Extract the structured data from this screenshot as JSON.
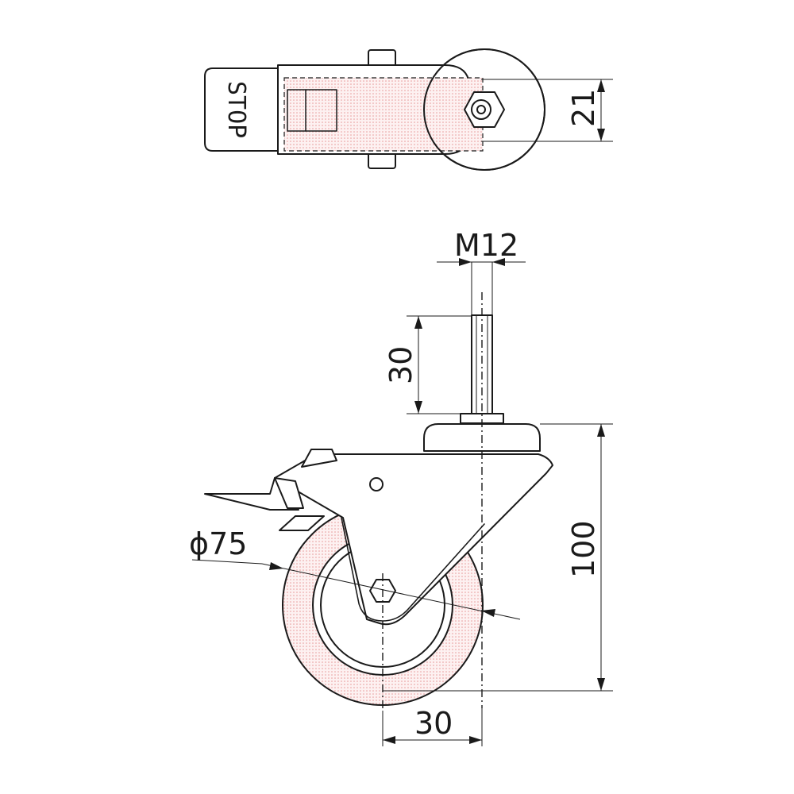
{
  "dimensions": {
    "top_width": "21",
    "thread": "M12",
    "thread_length": "30",
    "height": "100",
    "wheel_diameter": "ϕ75",
    "offset": "30"
  },
  "labels": {
    "brake": "STOP"
  },
  "colors": {
    "line": "#1a1a1a",
    "fill_dots": "#e89a9a",
    "background": "#ffffff"
  }
}
